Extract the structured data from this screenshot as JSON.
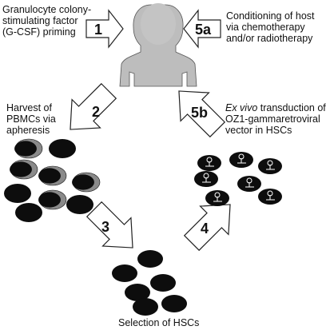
{
  "steps": {
    "s1": {
      "number": "1",
      "text": "Granulocyte colony-\nstimulating factor\n(G-CSF) priming"
    },
    "s5a": {
      "number": "5a",
      "text": "Conditioning of host\nvia chemotherapy\nand/or radiotherapy"
    },
    "s2": {
      "number": "2",
      "text": "Harvest of\nPBMCs via\napheresis"
    },
    "s5b": {
      "number": "5b",
      "text_italic": "Ex vivo",
      "text_rest": " transduction of\nOZ1-gammaretroviral\nvector in HSCs"
    },
    "s3": {
      "number": "3"
    },
    "s4": {
      "number": "4"
    },
    "selection": {
      "text": "Selection of HSCs"
    }
  },
  "colors": {
    "cell_dark": "#0d0d0d",
    "cell_gray": "#8a8a8a",
    "body_gray": "#bdbdbd",
    "arrow_fill": "#ffffff",
    "arrow_stroke": "#222222"
  }
}
